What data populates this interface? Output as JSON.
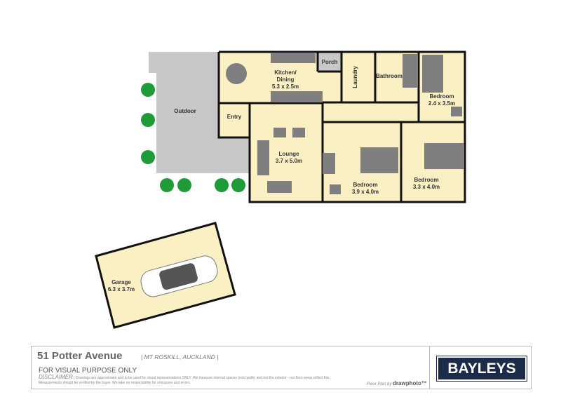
{
  "rooms": {
    "outdoor": "Outdoor",
    "kitchen_l1": "Kitchen/",
    "kitchen_l2": "Dining",
    "kitchen_size": "5.3 x 2.5m",
    "porch": "Porch",
    "laundry": "Laundry",
    "bathroom": "Bathroom",
    "bedroom1": "Bedroom",
    "bedroom1_size": "2.4 x 3.5m",
    "entry": "Entry",
    "lounge": "Lounge",
    "lounge_size": "3.7 x 5.0m",
    "bedroom2": "Bedroom",
    "bedroom2_size": "3.9 x 4.0m",
    "bedroom3": "Bedroom",
    "bedroom3_size": "3.3 x 4.0m",
    "garage": "Garage",
    "garage_size": "6.3 x 3.7m"
  },
  "colors": {
    "room": "#fbf0c4",
    "outdoor": "#c8c8c8",
    "wall": "#111111",
    "furniture": "#7f7f7f",
    "tree": "#1f9b3a",
    "brand": "#1c2b4a"
  },
  "footer": {
    "address": "51 Potter Avenue",
    "suburb": "| MT ROSKILL, AUCKLAND |",
    "notice": "FOR VISUAL PURPOSE ONLY",
    "disclaimer_title": "DISCLAIMER",
    "disclaimer_text": "| Drawings are approximate and to be used for visual representations ONLY. We measure internal spaces (excl walls) and not the exterior - our floor areas reflect this. Measurements should be verified by the buyer. We take no responsibility for omissions and errors.",
    "credit_prefix": "Floor Plan by",
    "credit_brand": "drawphoto™",
    "logo": "BAYLEYS"
  }
}
